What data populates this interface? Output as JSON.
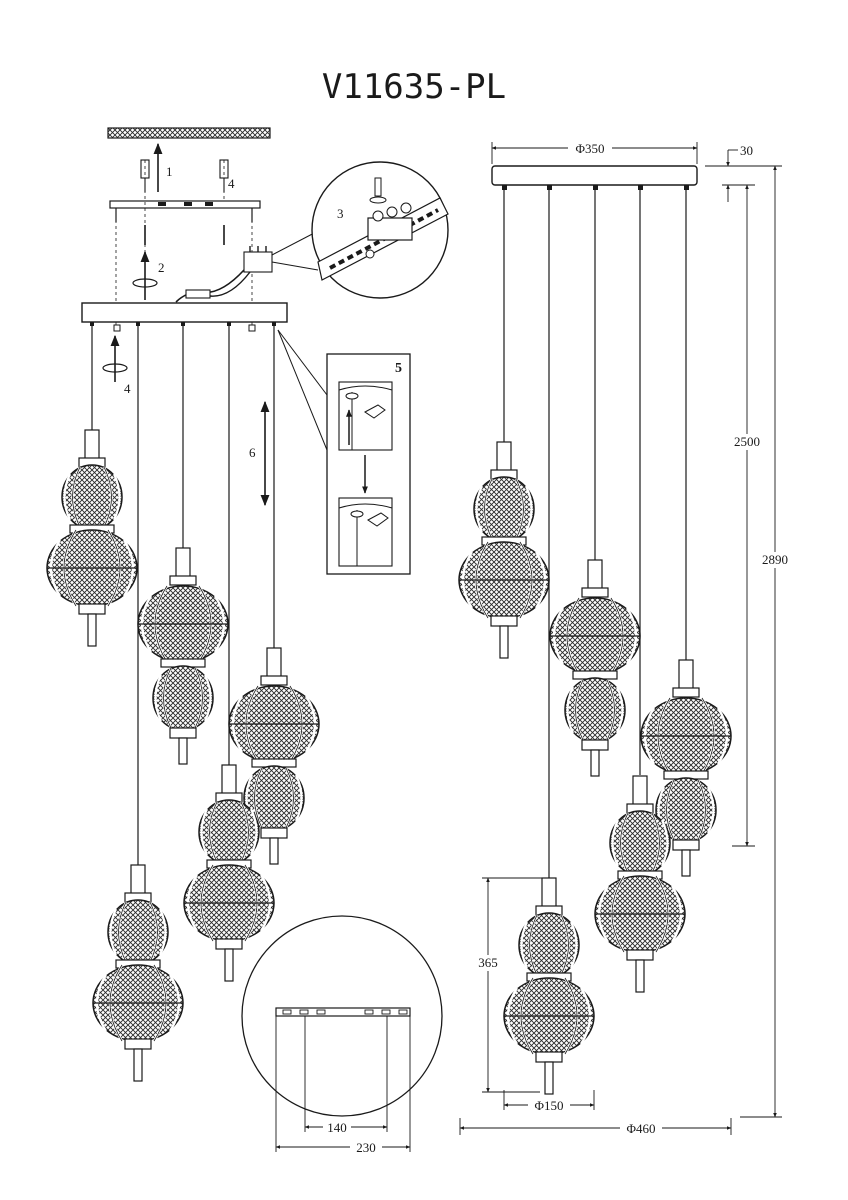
{
  "title": "V11635-PL",
  "steps": {
    "s1": "1",
    "s2": "2",
    "s3": "3",
    "s4a": "4",
    "s4b": "4",
    "s5": "5",
    "s6": "6"
  },
  "dimensions": {
    "canopy_diameter": "Φ350",
    "canopy_height": "30",
    "drop_min": "2500",
    "drop_max": "2890",
    "shade_height": "365",
    "shade_diameter": "Φ150",
    "overall_diameter": "Φ460",
    "bracket_hole_spacing": "140",
    "bracket_length": "230"
  },
  "colors": {
    "line": "#1a1a1a",
    "mesh": "#2a2a2a",
    "background": "#ffffff"
  }
}
